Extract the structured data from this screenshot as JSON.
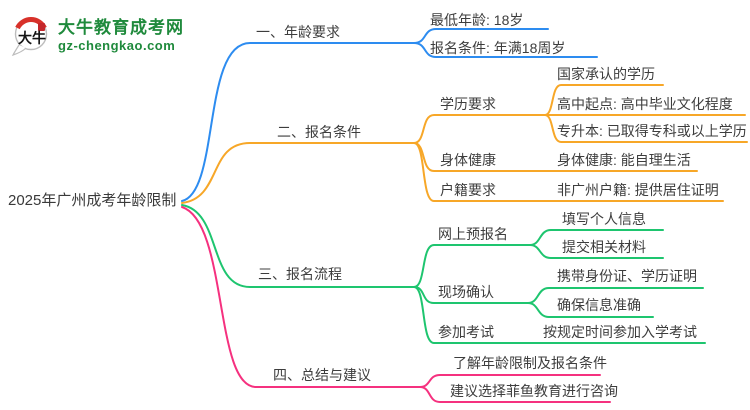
{
  "site": {
    "logo_title": "大牛教育成考网",
    "logo_domain": "gz-chengkao.com",
    "logo_icon_text": "大牛",
    "brand_green": "#1F8A3C",
    "logo_red": "#D8312A"
  },
  "mindmap": {
    "colors": {
      "branch1_blue": "#2D8CF0",
      "branch2_orange": "#F7A728",
      "branch3_green": "#1EC56F",
      "branch4_pink": "#F5317F",
      "text": "#3D3D3D"
    },
    "root": {
      "label": "2025年广州成考年龄限制"
    },
    "branches": [
      {
        "label": "一、年龄要求",
        "children": [
          {
            "label": "最低年龄: 18岁"
          },
          {
            "label": "报名条件: 年满18周岁"
          }
        ]
      },
      {
        "label": "二、报名条件",
        "children": [
          {
            "label": "学历要求",
            "children": [
              {
                "label": "国家承认的学历"
              },
              {
                "label": "高中起点: 高中毕业文化程度"
              },
              {
                "label": "专升本: 已取得专科或以上学历"
              }
            ]
          },
          {
            "label": "身体健康",
            "children": [
              {
                "label": "身体健康: 能自理生活"
              }
            ]
          },
          {
            "label": "户籍要求",
            "children": [
              {
                "label": "非广州户籍: 提供居住证明"
              }
            ]
          }
        ]
      },
      {
        "label": "三、报名流程",
        "children": [
          {
            "label": "网上预报名",
            "children": [
              {
                "label": "填写个人信息"
              },
              {
                "label": "提交相关材料"
              }
            ]
          },
          {
            "label": "现场确认",
            "children": [
              {
                "label": "携带身份证、学历证明"
              },
              {
                "label": "确保信息准确"
              }
            ]
          },
          {
            "label": "参加考试",
            "children": [
              {
                "label": "按规定时间参加入学考试"
              }
            ]
          }
        ]
      },
      {
        "label": "四、总结与建议",
        "children": [
          {
            "label": "了解年龄限制及报名条件"
          },
          {
            "label": "建议选择菲鱼教育进行咨询"
          }
        ]
      }
    ]
  }
}
